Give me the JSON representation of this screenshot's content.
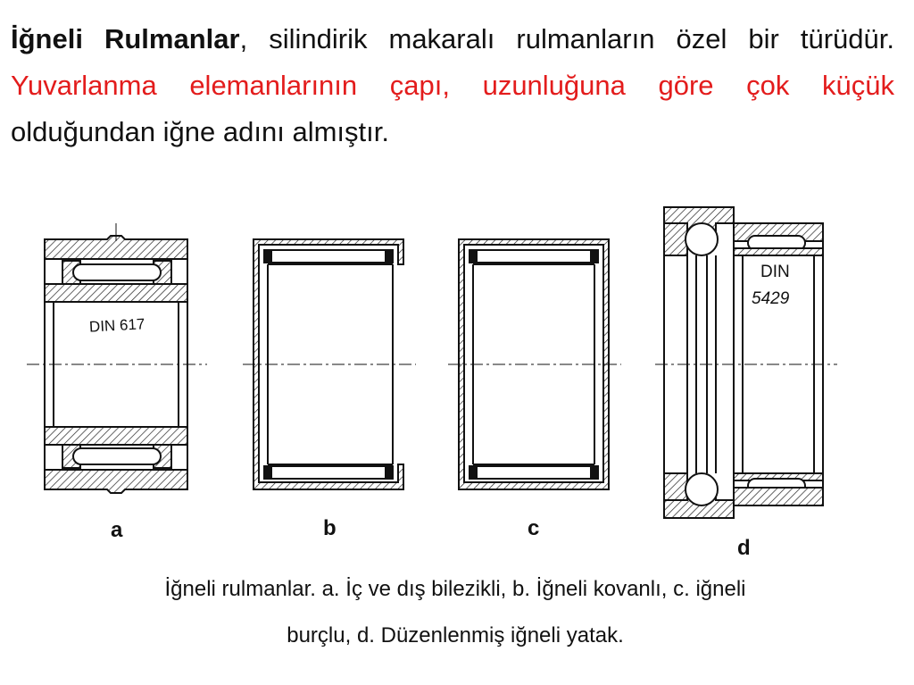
{
  "intro": {
    "bold_lead": "İğneli Rulmanlar",
    "text1": ", silindirik makaralı rulmanların özel bir türüdür. ",
    "red": "Yuvarlanma elemanlarının çapı, uzunluğuna göre çok küçük",
    "text2": " olduğundan iğne adını almıştır."
  },
  "bearings": {
    "a": {
      "tag": "a",
      "din": "DIN 617"
    },
    "b": {
      "tag": "b"
    },
    "c": {
      "tag": "c"
    },
    "d": {
      "tag": "d",
      "din_line1": "DIN",
      "din_line2": "5429"
    }
  },
  "caption": {
    "line1": "İğneli rulmanlar. a. İç ve dış bilezikli, b. İğneli kovanlı, c. iğneli",
    "line2": "burçlu, d. Düzenlenmiş iğneli yatak."
  },
  "colors": {
    "accent": "#e31c1c",
    "ink": "#111111"
  }
}
